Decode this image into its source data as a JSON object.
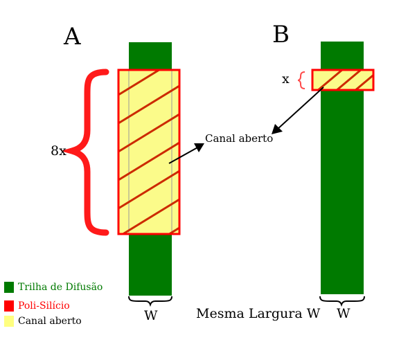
{
  "labels": {
    "a": "A",
    "b": "B",
    "eight_x": "8x",
    "x": "x",
    "channel_open": "Canal aberto",
    "width_a": "W",
    "width_b": "W",
    "same_width": "Mesma Largura W"
  },
  "legend": [
    {
      "label": "Trilha de Difusão",
      "color": "#007a00"
    },
    {
      "label": "Poli-Silício",
      "color": "#ff0000"
    },
    {
      "label": "Canal aberto",
      "color": "#ffff80"
    }
  ],
  "colors": {
    "diffusion": "#007a00",
    "poly": "#ff0000",
    "channel": "#fbfb8a",
    "hatch": "#cc2a00",
    "brace_red": "#ff1a1a"
  }
}
